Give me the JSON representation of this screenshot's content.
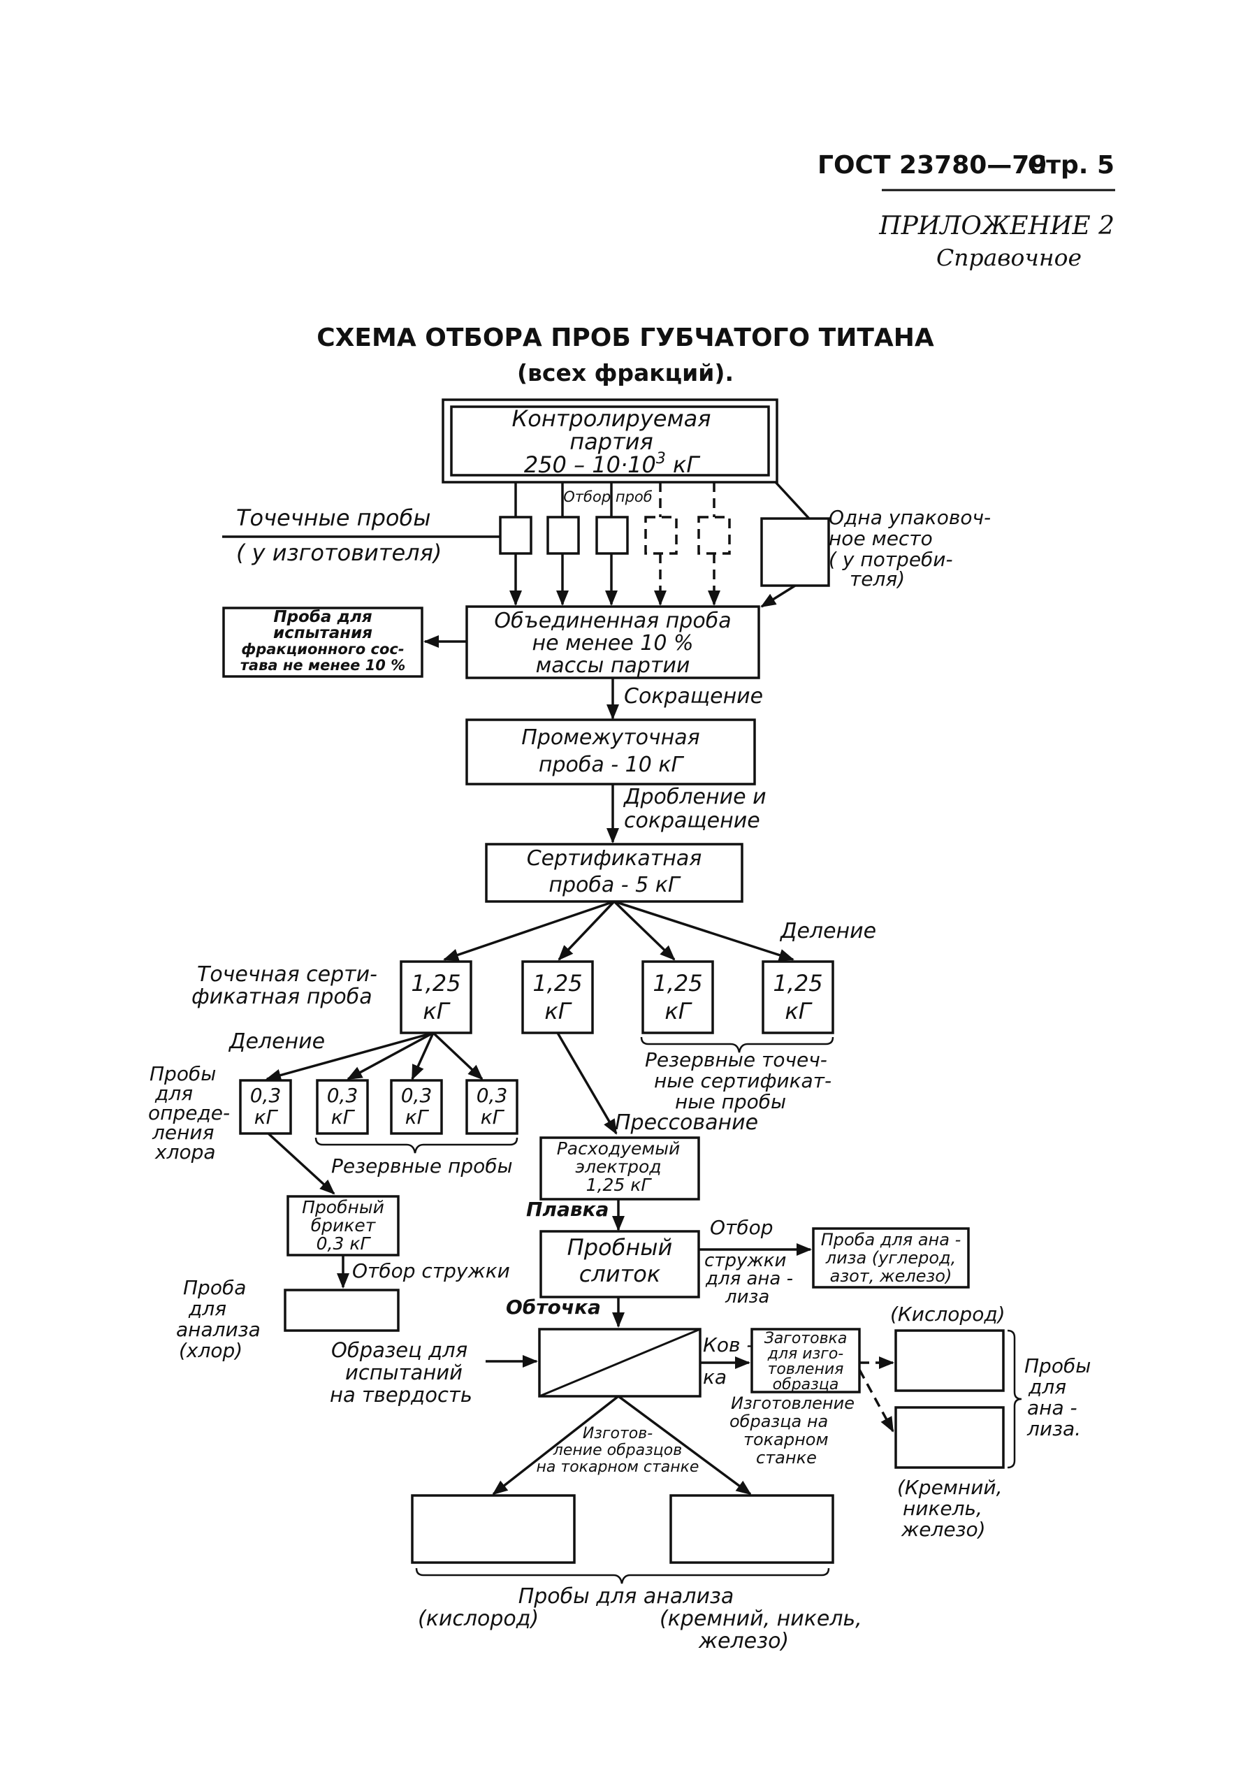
{
  "header": {
    "standard": "ГОСТ 23780—79",
    "page": "Стр. 5",
    "appendix": "ПРИЛОЖЕНИЕ 2",
    "appendix_type": "Справочное"
  },
  "title": {
    "line1": "СХЕМА ОТБОРА ПРОБ ГУБЧАТОГО ТИТАНА",
    "line2": "(всех фракций)."
  },
  "diagram": {
    "lot": {
      "line1": "Контролируемая",
      "line2": "партия",
      "line3_pre": "250 – 10·10",
      "line3_sup": "3",
      "line3_post": " кГ"
    },
    "increments_label": "Отбор проб",
    "point_samples": {
      "line1": "Точечные   пробы",
      "line2": "( у  изготовителя)"
    },
    "one_package": {
      "line1": "Одна упаковоч-",
      "line2": "ное место",
      "line3": "( у потреби-",
      "line4": "теля)"
    },
    "combined": {
      "line1": "Объединенная проба",
      "line2": "не менее  10 %",
      "line3": "массы партии"
    },
    "fraction_test": {
      "line1": "Проба  для",
      "line2": "испытания",
      "line3": "фракционного сос-",
      "line4": "тава не менее 10 %"
    },
    "reduction": "Сокращение",
    "intermediate": {
      "line1": "Промежуточная",
      "line2": "проба - 10 кГ"
    },
    "crushing": {
      "line1": "Дробление и",
      "line2": "сокращение"
    },
    "certificate": {
      "line1": "Сертификатная",
      "line2": "проба - 5 кГ"
    },
    "division1": "Деление",
    "cert_point_label": {
      "line1": "Точечная серти-",
      "line2": "фикатная проба"
    },
    "cert_parts": [
      {
        "value": "1,25",
        "unit": "кГ"
      },
      {
        "value": "1,25",
        "unit": "кГ"
      },
      {
        "value": "1,25",
        "unit": "кГ"
      },
      {
        "value": "1,25",
        "unit": "кГ"
      }
    ],
    "reserve_point_cert": {
      "line1": "Резервные точеч-",
      "line2": "ные сертификат-",
      "line3": "ные пробы"
    },
    "division2": "Деление",
    "chlorine_det_label": {
      "line1": "Пробы",
      "line2": "для",
      "line3": "опреде-",
      "line4": "ления",
      "line5": "хлора"
    },
    "small_parts": [
      {
        "value": "0,3",
        "unit": "кГ"
      },
      {
        "value": "0,3",
        "unit": "кГ"
      },
      {
        "value": "0,3",
        "unit": "кГ"
      },
      {
        "value": "0,3",
        "unit": "кГ"
      }
    ],
    "reserve_samples": "Резервные пробы",
    "pressing": "Прессование",
    "electrode": {
      "line1": "Расходуемый",
      "line2": "электрод",
      "line3": "1,25 кГ"
    },
    "briquette": {
      "line1": "Пробный",
      "line2": "брикет",
      "line3": "0,3 кГ"
    },
    "chips": "Отбор стружки",
    "chlorine_analysis": {
      "line1": "Проба",
      "line2": "для",
      "line3": "анализа",
      "line4": "(хлор)"
    },
    "melting": "Плавка",
    "ingot": {
      "line1": "Пробный",
      "line2": "слиток"
    },
    "chips_sel": {
      "line1": "Отбор",
      "line2": "стружки",
      "line3": "для ана -",
      "line4": "лиза"
    },
    "cno_sample": {
      "line1": "Проба для ана -",
      "line2": "лиза (углерод,",
      "line3": "азот, железо)"
    },
    "turning": "Обточка",
    "hardness": {
      "line1": "Образец  для",
      "line2": "испытаний",
      "line3": "на твердость"
    },
    "forging": {
      "line1": "Ков -",
      "line2": "ка"
    },
    "blank": {
      "line1": "Заготовка",
      "line2": "для изго-",
      "line3": "товления",
      "line4": "образца"
    },
    "lathe_prep": {
      "line1": "Изготовление",
      "line2": "образца на",
      "line3": "токарном",
      "line4": "станке"
    },
    "oxygen_r": "(Кислород)",
    "si_ni_fe_r": {
      "line1": "(Кремний,",
      "line2": "никель,",
      "line3": "железо)"
    },
    "analysis_r": {
      "line1": "Пробы",
      "line2": "для",
      "line3": "ана -",
      "line4": "лиза."
    },
    "lathe_center": {
      "line1": "Изготов-",
      "line2": "ление образцов",
      "line3": "на токарном станке"
    },
    "analysis_bottom": "Пробы  для   анализа",
    "oxygen_b": "(кислород)",
    "si_ni_fe_b": {
      "line1": "(кремний, никель,",
      "line2": "железо)"
    }
  }
}
